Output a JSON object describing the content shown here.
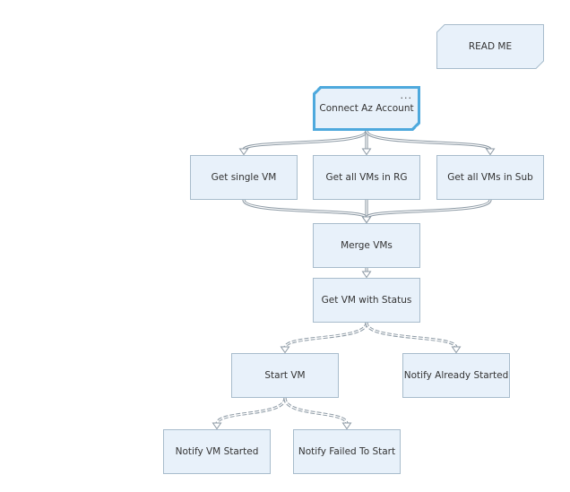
{
  "diagram": {
    "nodes": {
      "readme": "READ ME",
      "connect": "Connect Az Account",
      "connect_more": "...",
      "single": "Get single VM",
      "rg": "Get all VMs in RG",
      "sub": "Get all VMs in Sub",
      "merge": "Merge VMs",
      "status": "Get VM with Status",
      "start": "Start VM",
      "already": "Notify Already Started",
      "started": "Notify VM Started",
      "failed": "Notify Failed To Start"
    },
    "edges": [
      {
        "from": "connect",
        "to": "single",
        "style": "solid"
      },
      {
        "from": "connect",
        "to": "rg",
        "style": "solid"
      },
      {
        "from": "connect",
        "to": "sub",
        "style": "solid"
      },
      {
        "from": "single",
        "to": "merge",
        "style": "solid"
      },
      {
        "from": "rg",
        "to": "merge",
        "style": "solid"
      },
      {
        "from": "sub",
        "to": "merge",
        "style": "solid"
      },
      {
        "from": "merge",
        "to": "status",
        "style": "solid"
      },
      {
        "from": "status",
        "to": "start",
        "style": "dashed"
      },
      {
        "from": "status",
        "to": "already",
        "style": "dashed"
      },
      {
        "from": "start",
        "to": "started",
        "style": "dashed"
      },
      {
        "from": "start",
        "to": "failed",
        "style": "dashed"
      }
    ],
    "colors": {
      "node_fill": "#e8f1fa",
      "node_border": "#a8bccc",
      "selected_border": "#4ea9dd",
      "connector": "#8c99a4"
    }
  }
}
